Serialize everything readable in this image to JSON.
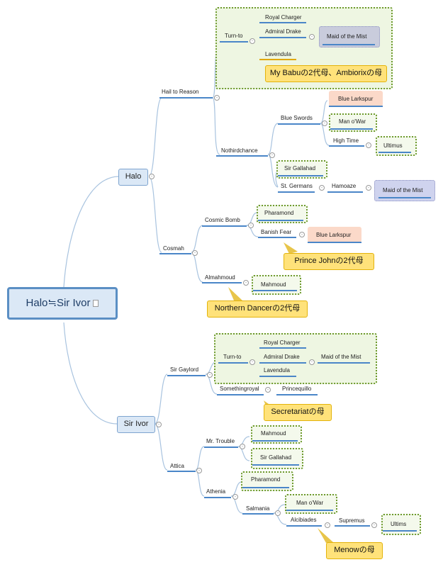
{
  "root": "Halo≒Sir Ivor",
  "halo": {
    "label": "Halo",
    "hail": "Hail to Reason",
    "turnto": "Turn-to",
    "royal": "Royal Charger",
    "admiral": "Admiral Drake",
    "maid1": "Maid of the Mist",
    "lavendula": "Lavendula",
    "note1": "My Babuの2代母、Ambiorixの母",
    "nothird": "Nothirdchance",
    "blueswords": "Blue Swords",
    "bluelark1": "Blue Larkspur",
    "manowar1": "Man o'War",
    "hightime": "High Time",
    "ultimus": "Ultimus",
    "gallahad1": "Sir Gallahad",
    "stgermans": "St. Germans",
    "hamoaze": "Hamoaze",
    "maid2": "Maid of the Mist",
    "cosmah": "Cosmah",
    "cosmicbomb": "Cosmic Bomb",
    "pharamond1": "Pharamond",
    "banish": "Banish Fear",
    "bluelark2": "Blue Larkspur",
    "note2": "Prince Johnの2代母",
    "almahmoud": "Almahmoud",
    "mahmoud1": "Mahmoud",
    "note3": "Northern Dancerの2代母"
  },
  "ivor": {
    "label": "Sir Ivor",
    "gaylord": "Sir Gaylord",
    "turnto": "Turn-to",
    "royal": "Royal Charger",
    "admiral": "Admiral Drake",
    "maid": "Maid of the Mist",
    "lavendula": "Lavendula",
    "something": "Somethingroyal",
    "princequillo": "Princequillo",
    "note4": "Secretariatの母",
    "attica": "Attica",
    "trouble": "Mr. Trouble",
    "mahmoud": "Mahmoud",
    "gallahad": "Sir Gallahad",
    "athenia": "Athenia",
    "pharamond": "Pharamond",
    "salmania": "Salmania",
    "manowar": "Man o'War",
    "alcibiades": "Alcibiades",
    "supremus": "Supremus",
    "ultims": "Ultims",
    "note5": "Menowの母"
  }
}
